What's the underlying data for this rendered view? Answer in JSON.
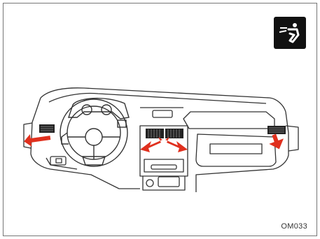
{
  "figure": {
    "code": "OM033"
  },
  "icon": {
    "name": "airflow-mode-face-icon",
    "background": "#111111",
    "foreground": "#ffffff"
  },
  "dashboard": {
    "outline_color": "#333333",
    "vents": [
      "left-side-vent",
      "center-left-vent",
      "center-right-vent",
      "right-side-vent"
    ],
    "airflow_arrows": [
      "left-side",
      "center-left",
      "center-right",
      "right-side"
    ],
    "arrow_color": "#e0301e"
  }
}
